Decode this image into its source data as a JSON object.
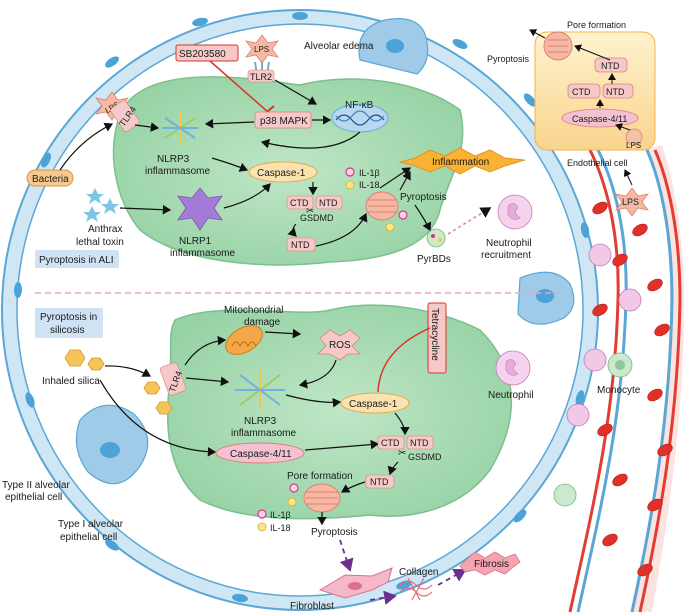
{
  "labels": {
    "alveolar_edema": "Alveolar edema",
    "sb203580": "SB203580",
    "lps_top": "LPS",
    "tlr2": "TLR2",
    "lps_left": "LPS",
    "tlr4_top": "TLR4",
    "bacteria": "Bacteria",
    "nlrp3_top_l1": "NLRP3",
    "nlrp3_top_l2": "inflammasome",
    "p38": "p38 MAPK",
    "nfkb": "NF-κB",
    "caspase1_top": "Caspase-1",
    "il1b_top": "IL-1β",
    "il18_top": "IL-18",
    "inflammation": "Inflammation",
    "anthrax_l1": "Anthrax",
    "anthrax_l2": "lethal toxin",
    "nlrp1_l1": "NLRP1",
    "nlrp1_l2": "inflammasome",
    "ctd_top": "CTD",
    "ntd_top_pair": "NTD",
    "gsdmd_top": "GSDMD",
    "ntd_top": "NTD",
    "pyroptosis_top": "Pyroptosis",
    "pyrbds": "PyrBDs",
    "neutrophil_recruit_l1": "Neutrophil",
    "neutrophil_recruit_l2": "recruitment",
    "pyroptosis_in_ali": "Pyroptosis in ALI",
    "pyroptosis_in_silicosis_l1": "Pyroptosis in",
    "pyroptosis_in_silicosis_l2": "silicosis",
    "mito_l1": "Mitochondrial",
    "mito_l2": "damage",
    "tetracycline": "Tetracycline",
    "ros": "ROS",
    "inhaled_silica": "Inhaled silica",
    "tlr4_bottom": "TLR4",
    "nlrp3_bottom_l1": "NLRP3",
    "nlrp3_bottom_l2": "inflammasome",
    "caspase1_bottom": "Caspase-1",
    "neutrophil": "Neutrophil",
    "monocyte": "Monocyte",
    "caspase411_bottom": "Caspase-4/11",
    "ctd_bottom": "CTD",
    "ntd_bottom_pair": "NTD",
    "gsdmd_bottom": "GSDMD",
    "ntd_bottom": "NTD",
    "pore_formation_bottom": "Pore formation",
    "il1b_bottom": "IL-1β",
    "il18_bottom": "IL-18",
    "pyroptosis_bottom": "Pyroptosis",
    "type2_l1": "Type II alveolar",
    "type2_l2": "epithelial cell",
    "type1_l1": "Type I alveolar",
    "type1_l2": "epithelial cell",
    "fibroblast": "Fibroblast",
    "collagen": "Collagen",
    "fibrosis": "Fibrosis",
    "pore_formation_top": "Pore formation",
    "pyroptosis_endo": "Pyroptosis",
    "ntd_endo": "NTD",
    "ctd_endo": "CTD",
    "ntd_endo_pair": "NTD",
    "caspase411_endo": "Caspase-4/11",
    "lps_endo_small": "LPS",
    "endothelial_cell": "Endothelial cell",
    "lps_endo": "LPS"
  },
  "colors": {
    "membrane": "#a9d3ec",
    "membrane_stroke": "#5aa7d6",
    "cytoplasm": "#a8dcb4",
    "cytoplasm_stroke": "#7cc08f",
    "inhibitor_red": "#d9342b",
    "pink_box": "#f6c9c9",
    "caspase_fill": "#fbe3b0",
    "inflammation_fill": "#f9b233",
    "endothelial_bg": "#fde6b4",
    "rbc": "#e0302a",
    "dashed_purple": "#6a2f8f"
  }
}
